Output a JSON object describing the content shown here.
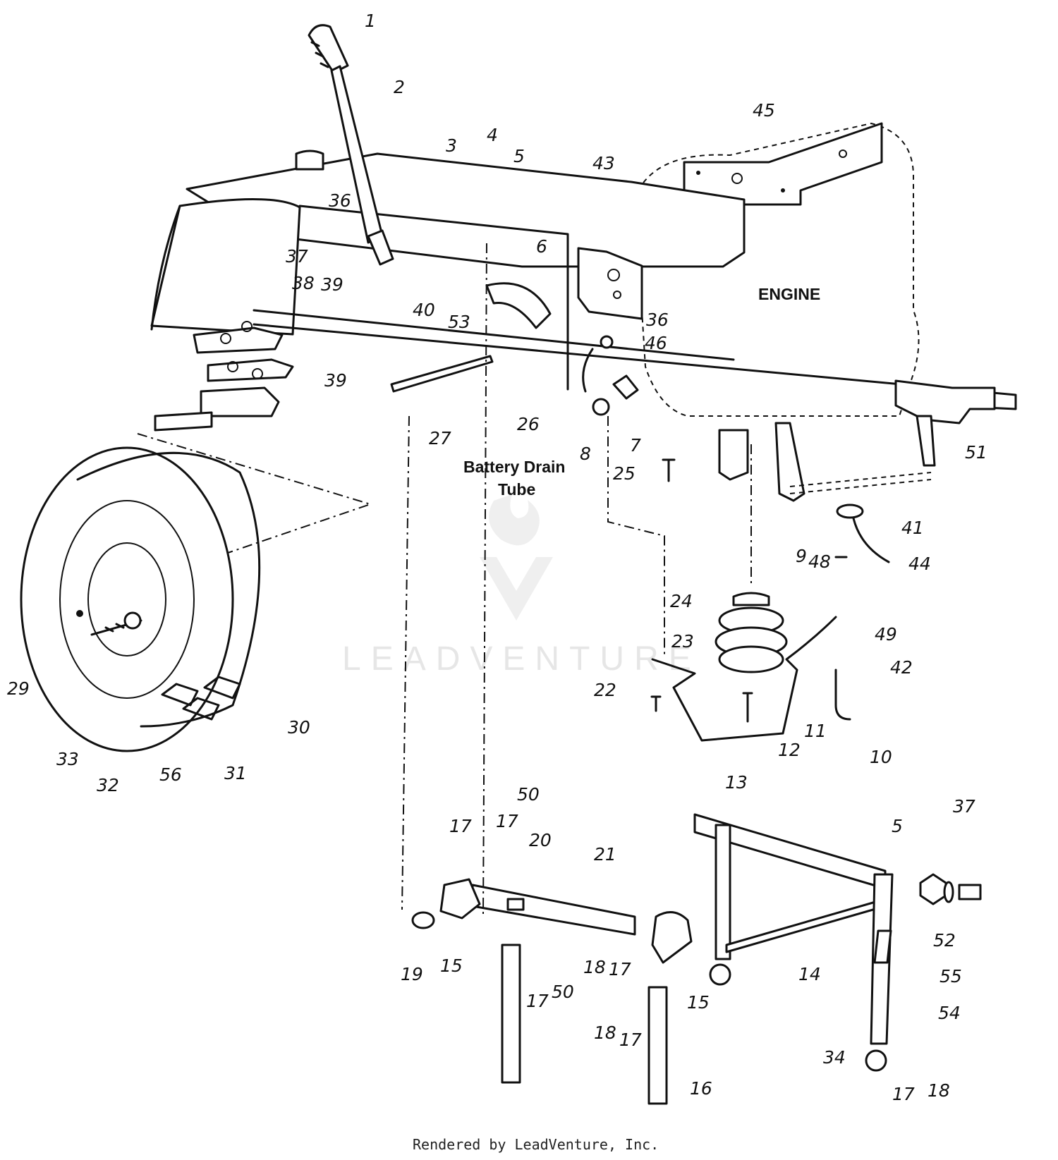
{
  "labels": [
    {
      "id": "1",
      "text": "1"
    },
    {
      "id": "2",
      "text": "2"
    },
    {
      "id": "3",
      "text": "3"
    },
    {
      "id": "4",
      "text": "4"
    },
    {
      "id": "5a",
      "text": "5"
    },
    {
      "id": "45",
      "text": "45"
    },
    {
      "id": "43",
      "text": "43"
    },
    {
      "id": "36a",
      "text": "36"
    },
    {
      "id": "37a",
      "text": "37"
    },
    {
      "id": "38",
      "text": "38"
    },
    {
      "id": "40",
      "text": "40"
    },
    {
      "id": "6",
      "text": "6"
    },
    {
      "id": "53",
      "text": "53"
    },
    {
      "id": "39a",
      "text": "39"
    },
    {
      "id": "36b",
      "text": "36"
    },
    {
      "id": "46",
      "text": "46"
    },
    {
      "id": "39b",
      "text": "39"
    },
    {
      "id": "26",
      "text": "26"
    },
    {
      "id": "27",
      "text": "27"
    },
    {
      "id": "7",
      "text": "7"
    },
    {
      "id": "8",
      "text": "8"
    },
    {
      "id": "25",
      "text": "25"
    },
    {
      "id": "51",
      "text": "51"
    },
    {
      "id": "41",
      "text": "41"
    },
    {
      "id": "48",
      "text": "48"
    },
    {
      "id": "44",
      "text": "44"
    },
    {
      "id": "9",
      "text": "9"
    },
    {
      "id": "24",
      "text": "24"
    },
    {
      "id": "49",
      "text": "49"
    },
    {
      "id": "23",
      "text": "23"
    },
    {
      "id": "42",
      "text": "42"
    },
    {
      "id": "22",
      "text": "22"
    },
    {
      "id": "11",
      "text": "11"
    },
    {
      "id": "12",
      "text": "12"
    },
    {
      "id": "10",
      "text": "10"
    },
    {
      "id": "13",
      "text": "13"
    },
    {
      "id": "29",
      "text": "29"
    },
    {
      "id": "30",
      "text": "30"
    },
    {
      "id": "33",
      "text": "33"
    },
    {
      "id": "32",
      "text": "32"
    },
    {
      "id": "56",
      "text": "56"
    },
    {
      "id": "31",
      "text": "31"
    },
    {
      "id": "50a",
      "text": "50"
    },
    {
      "id": "17a",
      "text": "17"
    },
    {
      "id": "17b",
      "text": "17"
    },
    {
      "id": "20",
      "text": "20"
    },
    {
      "id": "21",
      "text": "21"
    },
    {
      "id": "5b",
      "text": "5"
    },
    {
      "id": "37b",
      "text": "37"
    },
    {
      "id": "52",
      "text": "52"
    },
    {
      "id": "19",
      "text": "19"
    },
    {
      "id": "15a",
      "text": "15"
    },
    {
      "id": "18a",
      "text": "18"
    },
    {
      "id": "17c",
      "text": "17"
    },
    {
      "id": "17d",
      "text": "17"
    },
    {
      "id": "50b",
      "text": "50"
    },
    {
      "id": "14",
      "text": "14"
    },
    {
      "id": "55",
      "text": "55"
    },
    {
      "id": "15b",
      "text": "15"
    },
    {
      "id": "54",
      "text": "54"
    },
    {
      "id": "18b",
      "text": "18"
    },
    {
      "id": "17e",
      "text": "17"
    },
    {
      "id": "34",
      "text": "34"
    },
    {
      "id": "17f",
      "text": "17"
    },
    {
      "id": "18c",
      "text": "18"
    },
    {
      "id": "16",
      "text": "16"
    }
  ],
  "text_labels": {
    "engine": "ENGINE",
    "battery_drain_line1": "Battery Drain",
    "battery_drain_line2": "Tube"
  },
  "watermark": "LEADVENTURE",
  "credit": "Rendered by LeadVenture, Inc."
}
